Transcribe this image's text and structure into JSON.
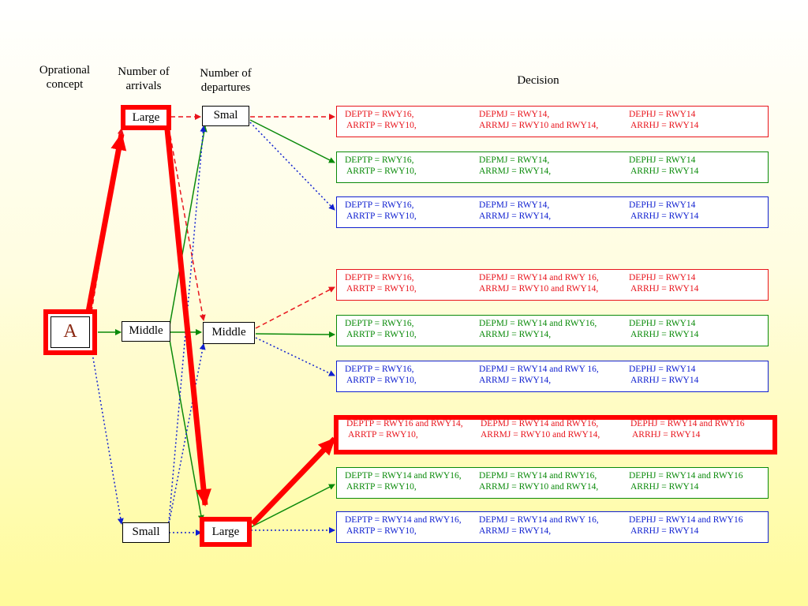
{
  "headers": {
    "concept": "Oprational concept",
    "arrivals": "Number of arrivals",
    "departures": "Number of departures",
    "decision": "Decision"
  },
  "nodes": {
    "a": "A",
    "arr_large": "Large",
    "arr_middle": "Middle",
    "arr_small": "Small",
    "dep_small": "Smal",
    "dep_middle": "Middle",
    "dep_large": "Large"
  },
  "colors": {
    "red": "#e8141c",
    "green": "#0a8a0a",
    "blue": "#1020d0",
    "highlight": "#ff0000"
  },
  "decisions": [
    {
      "color": "red",
      "thick": false,
      "c1": [
        "DEPTP = RWY16,",
        "ARRTP = RWY10,"
      ],
      "c2": [
        "DEPMJ = RWY14,",
        "ARRMJ = RWY10 and RWY14,"
      ],
      "c3": [
        "DEPHJ =  RWY14",
        "ARRHJ = RWY14"
      ]
    },
    {
      "color": "green",
      "thick": false,
      "c1": [
        "DEPTP = RWY16,",
        "ARRTP = RWY10,"
      ],
      "c2": [
        "DEPMJ = RWY14,",
        "ARRMJ = RWY14,"
      ],
      "c3": [
        "DEPHJ = RWY14",
        "ARRHJ = RWY14"
      ]
    },
    {
      "color": "blue",
      "thick": false,
      "c1": [
        "DEPTP = RWY16,",
        "ARRTP = RWY10,"
      ],
      "c2": [
        "DEPMJ = RWY14,",
        "ARRMJ = RWY14,"
      ],
      "c3": [
        "DEPHJ = RWY14",
        "ARRHJ = RWY14"
      ]
    },
    {
      "color": "red",
      "thick": false,
      "c1": [
        "DEPTP = RWY16,",
        "ARRTP = RWY10,"
      ],
      "c2": [
        "DEPMJ = RWY14 and RWY 16,",
        "ARRMJ = RWY10 and RWY14,"
      ],
      "c3": [
        "DEPHJ = RWY14",
        "ARRHJ = RWY14"
      ]
    },
    {
      "color": "green",
      "thick": false,
      "c1": [
        "DEPTP = RWY16,",
        "ARRTP = RWY10,"
      ],
      "c2": [
        "DEPMJ = RWY14 and RWY16,",
        "ARRMJ = RWY14,"
      ],
      "c3": [
        "DEPHJ = RWY14",
        "ARRHJ = RWY14"
      ]
    },
    {
      "color": "blue",
      "thick": false,
      "c1": [
        "DEPTP = RWY16,",
        "ARRTP = RWY10,"
      ],
      "c2": [
        "DEPMJ = RWY14 and RWY 16,",
        "ARRMJ = RWY14,"
      ],
      "c3": [
        "DEPHJ = RWY14",
        "ARRHJ = RWY14"
      ]
    },
    {
      "color": "red",
      "thick": true,
      "c1": [
        "DEPTP = RWY16 and RWY14,",
        "ARRTP = RWY10,"
      ],
      "c2": [
        "DEPMJ = RWY14 and RWY16,",
        "ARRMJ = RWY10 and RWY14,"
      ],
      "c3": [
        "DEPHJ = RWY14 and RWY16",
        "ARRHJ = RWY14"
      ]
    },
    {
      "color": "green",
      "thick": false,
      "c1": [
        "DEPTP = RWY14 and RWY16,",
        "ARRTP = RWY10,"
      ],
      "c2": [
        "DEPMJ = RWY14 and RWY16,",
        "ARRMJ = RWY10 and RWY14,"
      ],
      "c3": [
        "DEPHJ = RWY14 and RWY16",
        "ARRHJ = RWY14"
      ]
    },
    {
      "color": "blue",
      "thick": false,
      "c1": [
        "DEPTP = RWY14 and RWY16,",
        "ARRTP = RWY10,"
      ],
      "c2": [
        "DEPMJ = RWY14 and RWY 16,",
        "ARRMJ = RWY14,"
      ],
      "c3": [
        "DEPHJ = RWY14 and RWY16",
        "ARRHJ = RWY14"
      ]
    }
  ]
}
